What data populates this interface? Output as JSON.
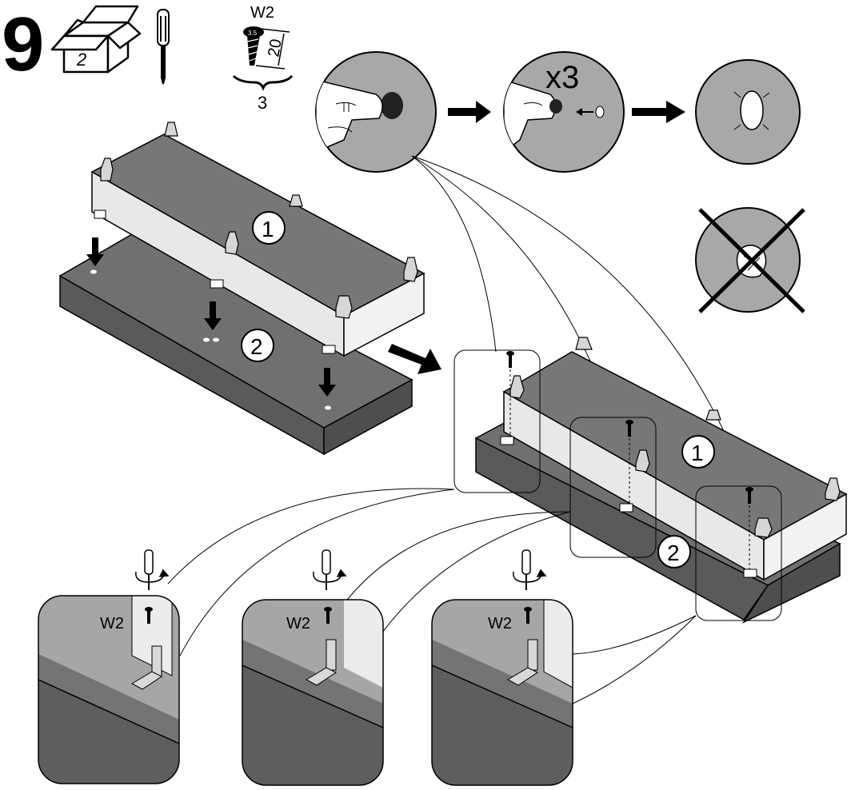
{
  "header": {
    "step_number": "9",
    "box_label": "2",
    "screw_code": "W2",
    "screw_head_label": "3.5",
    "screw_length": "20",
    "quantity": "3"
  },
  "insert": {
    "multiplier": "x3"
  },
  "parts": {
    "frame_label": "1",
    "panel_label": "2"
  },
  "details": [
    {
      "screw_code": "W2"
    },
    {
      "screw_code": "W2"
    },
    {
      "screw_code": "W2"
    }
  ],
  "colors": {
    "panel_dark": "#6e6e6e",
    "panel_side": "#585858",
    "frame_light": "#e6e6e6",
    "line": "#000000"
  }
}
